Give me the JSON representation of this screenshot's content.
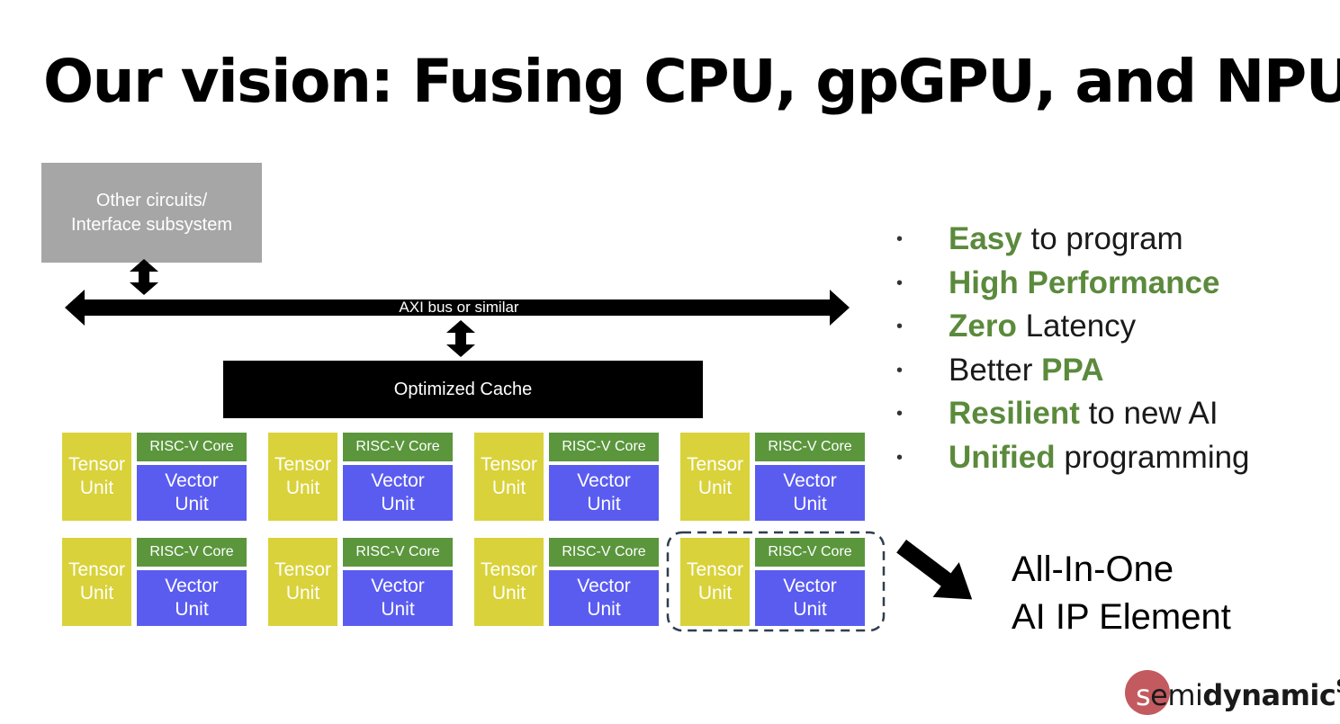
{
  "title": "Our vision:  Fusing CPU, gpGPU, and NPU",
  "other_box": {
    "line1": "Other circuits/",
    "line2": "Interface subsystem"
  },
  "bus_label": "AXI bus or similar",
  "cache_label": "Optimized Cache",
  "tile": {
    "tensor_line1": "Tensor",
    "tensor_line2": "Unit",
    "riscv": "RISC-V Core",
    "vector_line1": "Vector",
    "vector_line2": "Unit"
  },
  "tile_rows": 2,
  "tile_cols": 4,
  "bullets": [
    {
      "highlight": "Easy",
      "rest": " to program",
      "highlight_first": true
    },
    {
      "highlight": "High Performance",
      "rest": "",
      "highlight_first": true
    },
    {
      "highlight": "Zero",
      "rest": " Latency",
      "highlight_first": true
    },
    {
      "highlight": "PPA",
      "rest": "Better ",
      "highlight_first": false
    },
    {
      "highlight": "Resilient",
      "rest": " to new AI",
      "highlight_first": true
    },
    {
      "highlight": "Unified",
      "rest": " programming",
      "highlight_first": true
    }
  ],
  "bullet_glyph": "•",
  "allinone": {
    "line1": "All-In-One",
    "line2": "AI IP Element"
  },
  "logo": {
    "s": "s",
    "emi": "emi",
    "dynamic": "dynamic",
    "sup": "S"
  },
  "colors": {
    "tensor": "#d9d23a",
    "riscv": "#5b963d",
    "vector": "#5a5cf0",
    "highlight": "#5b8a3c",
    "other_box": "#a6a6a6",
    "dashed": "#2f3e4e"
  }
}
